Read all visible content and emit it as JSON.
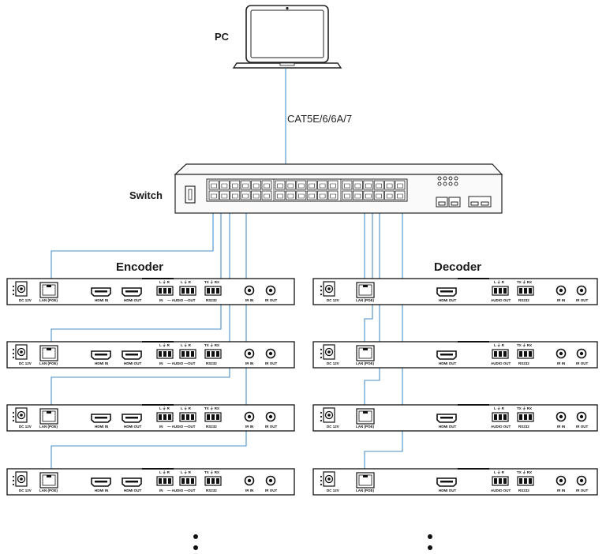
{
  "labels": {
    "pc": "PC",
    "cable": "CAT5E/6/6A/7",
    "switch": "Switch",
    "encoder": "Encoder",
    "decoder": "Decoder"
  },
  "encoder_ports": {
    "dc": "DC 12V",
    "lan": "LAN (POE)",
    "hdmi_in": "HDMI IN",
    "hdmi_out": "HDMI OUT",
    "audio_lr": "L ⏚ R",
    "audio_in": "IN",
    "audio_mid": "— AUDIO —",
    "audio_out": "OUT",
    "rs232_top": "TX ⏚ RX",
    "rs232": "RS232",
    "ir_in": "IR IN",
    "ir_out": "IR OUT"
  },
  "decoder_ports": {
    "dc": "DC 12V",
    "lan": "LAN (POE)",
    "hdmi_out": "HDMI OUT",
    "audio_lr": "L ⏚ R",
    "audio_out": "AUDIO OUT",
    "rs232_top": "TX ⏚ RX",
    "rs232": "RS232",
    "ir_in": "IR IN",
    "ir_out": "IR OUT"
  },
  "colors": {
    "cable": "#4a90c8",
    "outline": "#222222",
    "switch_fill": "#fafafa"
  }
}
